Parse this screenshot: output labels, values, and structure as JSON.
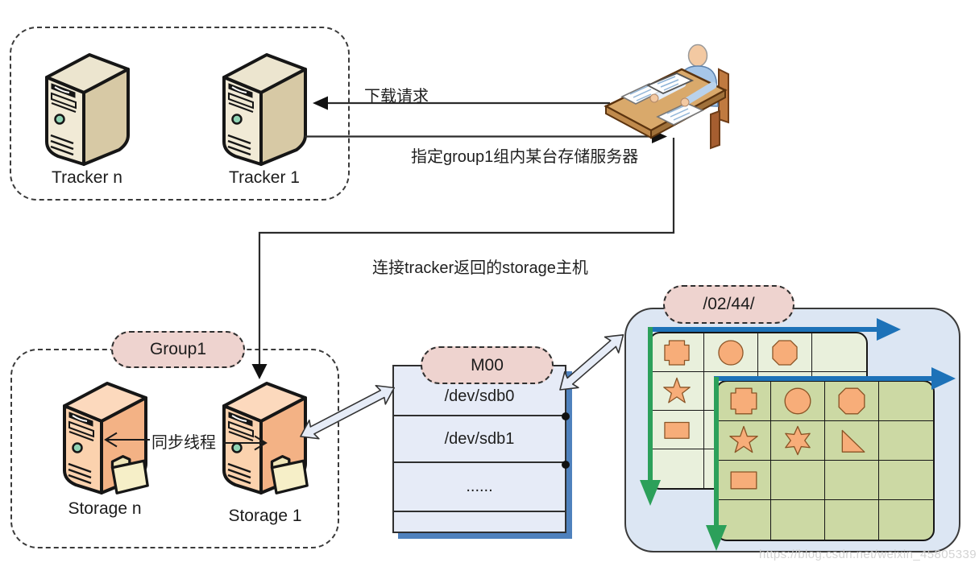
{
  "tracker_cluster": {
    "servers": [
      {
        "label": "Tracker n"
      },
      {
        "label": "Tracker 1"
      }
    ]
  },
  "flows": {
    "download_request": "下载请求",
    "assign_storage": "指定group1组内某台存储服务器",
    "connect_storage": "连接tracker返回的storage主机",
    "sync_threads": "同步线程"
  },
  "storage_group": {
    "badge": "Group1",
    "servers": [
      {
        "label": "Storage n"
      },
      {
        "label": "Storage 1"
      }
    ]
  },
  "volume": {
    "badge": "M00",
    "rows": [
      "/dev/sdb0",
      "/dev/sdb1",
      "......"
    ]
  },
  "file_path": {
    "badge": "/02/44/",
    "back_grid": {
      "rows": [
        [
          "seal",
          "circle",
          "octagon",
          ""
        ],
        [
          "star5",
          "",
          "",
          ""
        ],
        [
          "rect",
          "",
          "",
          ""
        ],
        [
          "",
          "",
          "",
          ""
        ]
      ]
    },
    "front_grid": {
      "rows": [
        [
          "seal",
          "circle",
          "octagon",
          ""
        ],
        [
          "star5",
          "star6",
          "triangle",
          ""
        ],
        [
          "rect",
          "",
          "",
          ""
        ],
        [
          "",
          "",
          "",
          ""
        ]
      ]
    }
  },
  "watermark": "https://blog.csdn.net/weixin_45805339",
  "colors": {
    "badge_fill": "#eed3cf",
    "volume_fill": "#e6ebf7",
    "volume_shadow": "#4f81bd",
    "container_fill": "#dce6f3",
    "grid_back_fill": "#e9f0dc",
    "grid_front_fill": "#ccd9a4",
    "shape_fill": "#f7ad79",
    "arrow_blue": "#1d72b8",
    "arrow_green": "#2ca05a",
    "tracker_front": "#f1ead6",
    "tracker_side": "#d7c9a5",
    "tracker_top": "#ece5cf",
    "storage_front": "#fbd2ae",
    "storage_side": "#f3b285",
    "storage_top": "#fcd9bd"
  }
}
